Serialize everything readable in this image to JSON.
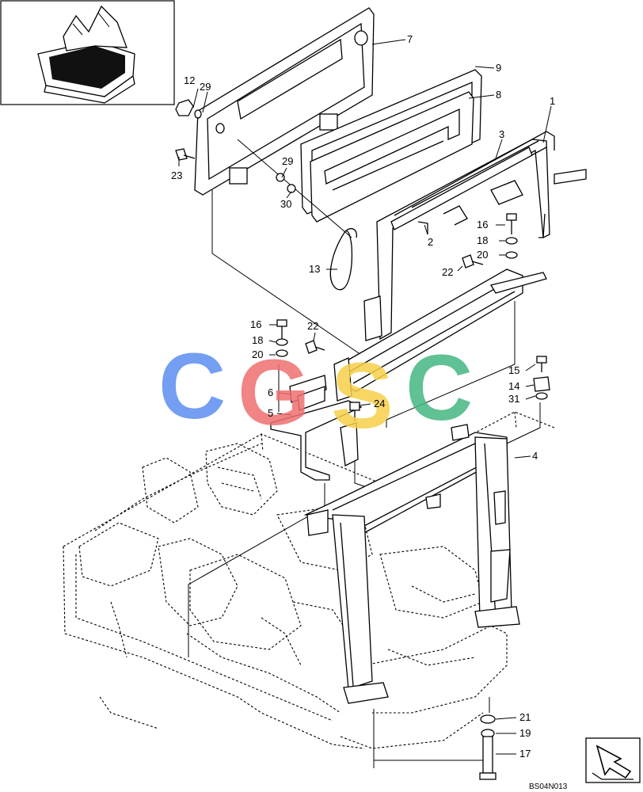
{
  "drawing_code": "BS04N013",
  "watermark": {
    "letters": [
      "C",
      "G",
      "S",
      "C"
    ],
    "colors": [
      "#5b8ef0",
      "#ef6f6f",
      "#f6cf4a",
      "#45b782"
    ]
  },
  "callouts": [
    {
      "id": "7",
      "text": "7"
    },
    {
      "id": "9",
      "text": "9"
    },
    {
      "id": "8",
      "text": "8"
    },
    {
      "id": "1",
      "text": "1"
    },
    {
      "id": "3",
      "text": "3"
    },
    {
      "id": "12",
      "text": "12"
    },
    {
      "id": "29a",
      "text": "29"
    },
    {
      "id": "23",
      "text": "23"
    },
    {
      "id": "29b",
      "text": "29"
    },
    {
      "id": "30",
      "text": "30"
    },
    {
      "id": "2",
      "text": "2"
    },
    {
      "id": "16a",
      "text": "16"
    },
    {
      "id": "18a",
      "text": "18"
    },
    {
      "id": "20a",
      "text": "20"
    },
    {
      "id": "22a",
      "text": "22"
    },
    {
      "id": "13",
      "text": "13"
    },
    {
      "id": "16b",
      "text": "16"
    },
    {
      "id": "22b",
      "text": "22"
    },
    {
      "id": "18b",
      "text": "18"
    },
    {
      "id": "20b",
      "text": "20"
    },
    {
      "id": "15",
      "text": "15"
    },
    {
      "id": "14",
      "text": "14"
    },
    {
      "id": "31",
      "text": "31"
    },
    {
      "id": "6",
      "text": "6"
    },
    {
      "id": "24",
      "text": "24"
    },
    {
      "id": "5",
      "text": "5"
    },
    {
      "id": "4",
      "text": "4"
    },
    {
      "id": "21",
      "text": "21"
    },
    {
      "id": "19",
      "text": "19"
    },
    {
      "id": "17",
      "text": "17"
    }
  ]
}
